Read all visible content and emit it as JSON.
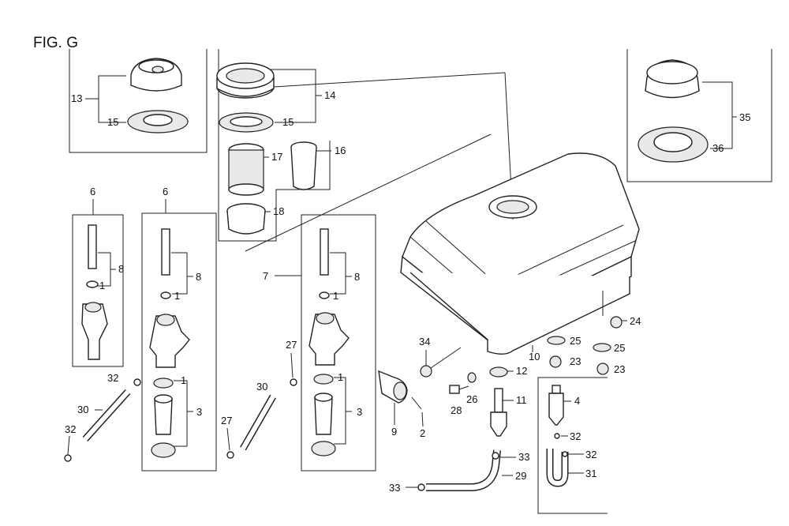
{
  "figure": {
    "title": "FIG. G"
  },
  "callouts": {
    "c13": "13",
    "c15a": "15",
    "c14": "14",
    "c15b": "15",
    "c17": "17",
    "c16": "16",
    "c18": "18",
    "c35": "35",
    "c36": "36",
    "c6a": "6",
    "c8a": "8",
    "c1a": "1",
    "c6b": "6",
    "c8b": "8",
    "c1b": "1",
    "c1c": "1",
    "c3a": "3",
    "c7": "7",
    "c8c": "8",
    "c1d": "1",
    "c1e": "1",
    "c3b": "3",
    "c32a": "32",
    "c30a": "30",
    "c32b": "32",
    "c27a": "27",
    "c30b": "30",
    "c27b": "27",
    "c34": "34",
    "c9": "9",
    "c2": "2",
    "c28": "28",
    "c26": "26",
    "c12": "12",
    "c11": "11",
    "c10": "10",
    "c25a": "25",
    "c23a": "23",
    "c25b": "25",
    "c23b": "23",
    "c24": "24",
    "c4": "4",
    "c32c": "32",
    "c32d": "32",
    "c31": "31",
    "c33a": "33",
    "c33b": "33",
    "c29": "29"
  }
}
